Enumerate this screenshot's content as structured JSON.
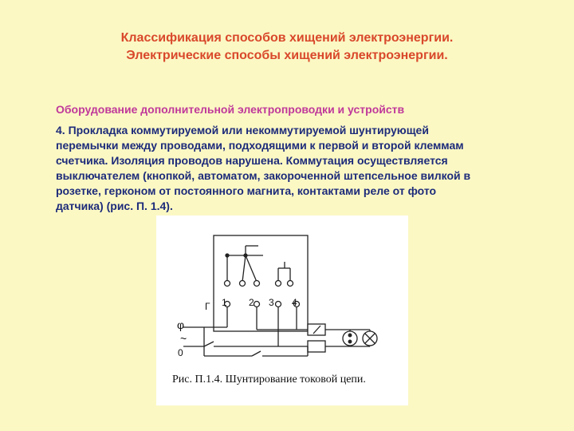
{
  "slide": {
    "title_line1": "Классификация способов хищений электроэнергии.",
    "title_line2": "Электрические способы хищений электроэнергии.",
    "subtitle": "Оборудование дополнительной электропроводки и устройств",
    "body_lines": [
      "4. Прокладка коммутируемой или некоммутируемой шунтирующей",
      "перемычки между проводами, подходящими к первой и второй клеммам",
      "счетчика. Изоляция проводов нарушена. Коммутация осуществляется",
      "выключателем (кнопкой, автоматом, закороченной штепсельное вилкой в",
      "розетке, герконом от постоянного магнита, контактами реле от фото",
      "датчика) (рис. П. 1.4)."
    ]
  },
  "figure": {
    "caption": "Рис. П.1.4. Шунтирование токовой цепи.",
    "label_meter": "Г",
    "terminal_labels": [
      "1",
      "2",
      "3",
      "4"
    ],
    "label_phase": "φ",
    "label_zero": "0",
    "label_tilde": "~"
  },
  "colors": {
    "background": "#fbf8c4",
    "title": "#d9482b",
    "subtitle": "#c0399a",
    "body": "#1d2b7a"
  }
}
